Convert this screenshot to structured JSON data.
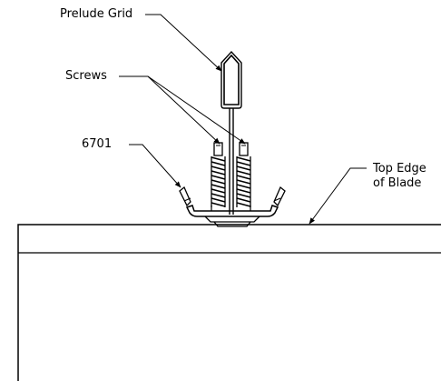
{
  "labels": {
    "grid": "Prelude Grid",
    "screws": "Screws",
    "clip": "6701",
    "edge_line1": "Top Edge",
    "edge_line2": "of Blade"
  }
}
